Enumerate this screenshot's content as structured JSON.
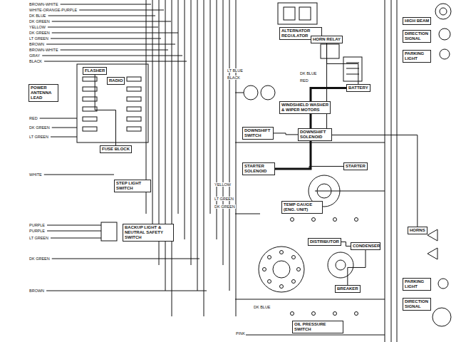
{
  "diagram": {
    "nodes": [
      {
        "text": [
          "ALTERNATOR REGULATOR"
        ]
      },
      {
        "text": [
          "HIGH BEAM"
        ]
      },
      {
        "text": [
          "DIRECTION SIGNAL"
        ]
      },
      {
        "text": [
          "PARKING LIGHT"
        ]
      },
      {
        "text": [
          "HORN RELAY"
        ]
      },
      {
        "text": [
          "BATTERY"
        ]
      },
      {
        "text": [
          "FLASHER"
        ]
      },
      {
        "text": [
          "RADIO"
        ]
      },
      {
        "text": [
          "POWER ANTENNA LEAD"
        ]
      },
      {
        "text": [
          "FUSE BLOCK"
        ]
      },
      {
        "text": [
          "WINDSHIELD WASHER & WIPER MOTORS"
        ]
      },
      {
        "text": [
          "DOWNSHIFT SWITCH"
        ]
      },
      {
        "text": [
          "DOWNSHIFT SOLENOID"
        ]
      },
      {
        "text": [
          "STARTER SOLENOID"
        ]
      },
      {
        "text": [
          "STARTER"
        ]
      },
      {
        "text": [
          "STEP LIGHT SWITCH"
        ]
      },
      {
        "text": [
          "TEMP GAUGE (ENG. UNIT)"
        ]
      },
      {
        "text": [
          "BACKUP LIGHT & NEUTRAL SAFETY SWITCH"
        ]
      },
      {
        "text": [
          "DISTRIBUTOR"
        ]
      },
      {
        "text": [
          "CONDENSER"
        ]
      },
      {
        "text": [
          "BREAKER"
        ]
      },
      {
        "text": [
          "OIL PRESSURE SWITCH"
        ]
      },
      {
        "text": [
          "HORNS"
        ]
      },
      {
        "text": [
          "PARKING LIGHT"
        ]
      },
      {
        "text": [
          "DIRECTION SIGNAL"
        ]
      }
    ],
    "edges": [
      {
        "from": 5,
        "to": 4,
        "arrow": "none"
      },
      {
        "from": 5,
        "to": 13,
        "arrow": "none"
      },
      {
        "from": 13,
        "to": 14,
        "arrow": "none"
      },
      {
        "from": 18,
        "to": 19,
        "arrow": "none"
      },
      {
        "from": 19,
        "to": 20,
        "arrow": "none"
      },
      {
        "from": 11,
        "to": 12,
        "arrow": "none"
      },
      {
        "from": 4,
        "to": 22,
        "arrow": "none"
      },
      {
        "from": 6,
        "to": 9,
        "arrow": "none"
      }
    ],
    "labels": [
      "BROWN-WHITE",
      "WHITE-ORANGE-PURPLE",
      "DK BLUE",
      "DK GREEN",
      "YELLOW",
      "DK GREEN",
      "LT GREEN",
      "BROWN",
      "BROWN-WHITE",
      "GRAY",
      "BLACK",
      "RED",
      "DK GREEN",
      "LT GREEN",
      "WHITE",
      "PURPLE",
      "PURPLE",
      "LT GREEN",
      "DK GREEN",
      "BROWN",
      "LT BLUE",
      "BLACK",
      "DK BLUE",
      "RED",
      "YELLOW",
      "LT GREEN",
      "DK GREEN",
      "DK BLUE",
      "PINK"
    ]
  }
}
